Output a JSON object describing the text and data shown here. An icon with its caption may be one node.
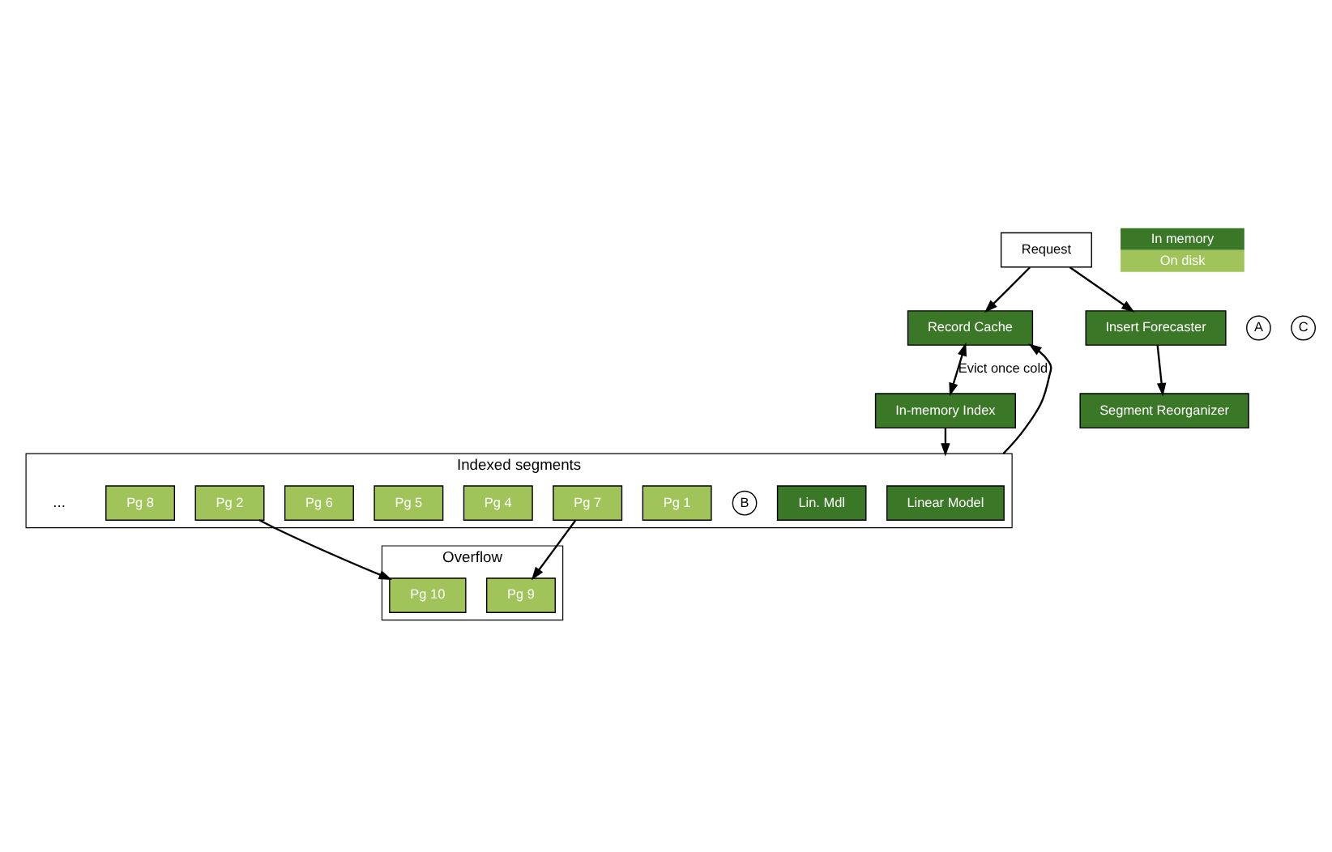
{
  "diagram": {
    "nodes": [
      {
        "text": [
          "Request"
        ]
      },
      {
        "text": [
          "Record Cache"
        ]
      },
      {
        "text": [
          "A"
        ]
      },
      {
        "text": [
          "C"
        ]
      },
      {
        "text": [
          "Insert Forecaster"
        ]
      },
      {
        "text": [
          "In-memory Index"
        ]
      },
      {
        "text": [
          "Segment Reorganizer"
        ]
      },
      {
        "text": [
          "Indexed segments"
        ]
      },
      {
        "text": [
          "Linear Model"
        ],
        "in": 7
      },
      {
        "text": [
          "Lin. Mdl"
        ],
        "in": 7
      },
      {
        "text": [
          "B"
        ],
        "in": 7
      },
      {
        "text": [
          "Pg 1"
        ],
        "in": 7
      },
      {
        "text": [
          "Pg 2"
        ],
        "in": 7
      },
      {
        "text": [
          "Pg 4"
        ],
        "in": 7
      },
      {
        "text": [
          "Pg 5"
        ],
        "in": 7
      },
      {
        "text": [
          "Pg 6"
        ],
        "in": 7
      },
      {
        "text": [
          "Pg 7"
        ],
        "in": 7
      },
      {
        "text": [
          "Pg 8"
        ],
        "in": 7
      },
      {
        "text": [
          "Overflow"
        ]
      },
      {
        "text": [
          "Pg 9"
        ],
        "in": 18
      },
      {
        "text": [
          "Pg 10"
        ],
        "in": 18
      }
    ],
    "edges": [
      {
        "from": 0,
        "to": 1,
        "arrow": "to"
      },
      {
        "from": 0,
        "to": 4,
        "arrow": "to"
      },
      {
        "from": 1,
        "to": 5,
        "arrow": "both",
        "label": "Evict once cold"
      },
      {
        "from": 4,
        "to": 6,
        "arrow": "to"
      },
      {
        "from": 5,
        "to": 7,
        "arrow": "to"
      },
      {
        "from": 7,
        "to": 1,
        "arrow": "to"
      },
      {
        "from": 16,
        "to": 19,
        "arrow": "to"
      },
      {
        "from": 12,
        "to": 20,
        "arrow": "to"
      }
    ],
    "labels": [
      "..."
    ],
    "legend": [
      {
        "text": "In memory",
        "color": "#3a7727"
      },
      {
        "text": "On disk",
        "color": "#a1c45a"
      }
    ]
  }
}
